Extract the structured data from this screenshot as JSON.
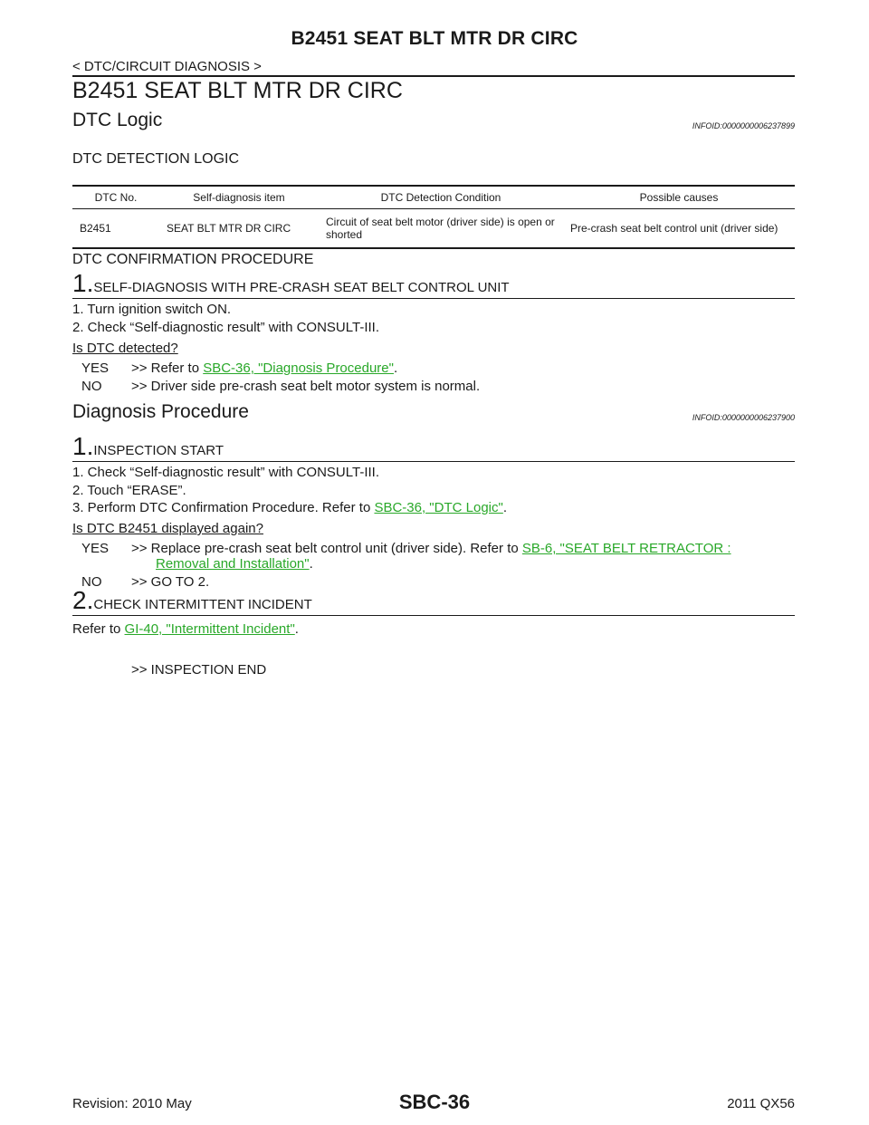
{
  "header": {
    "title": "B2451 SEAT BLT MTR DR CIRC",
    "breadcrumb": "< DTC/CIRCUIT DIAGNOSIS >"
  },
  "section_title": "B2451 SEAT BLT MTR DR CIRC",
  "dtc_logic": {
    "heading": "DTC Logic",
    "infoid": "INFOID:0000000006237899",
    "detection_heading": "DTC DETECTION LOGIC",
    "table": {
      "headers": [
        "DTC No.",
        "Self-diagnosis item",
        "DTC Detection Condition",
        "Possible causes"
      ],
      "rows": [
        [
          "B2451",
          "SEAT BLT MTR DR CIRC",
          "Circuit of seat belt motor (driver side) is open or shorted",
          "Pre-crash seat belt control unit (driver side)"
        ]
      ]
    },
    "confirmation_heading": "DTC CONFIRMATION PROCEDURE",
    "step1": {
      "num": "1.",
      "title": "SELF-DIAGNOSIS WITH PRE-CRASH SEAT BELT CONTROL UNIT",
      "items": [
        "1.   Turn ignition switch ON.",
        "2.   Check “Self-diagnostic result” with CONSULT-III."
      ],
      "question": "Is DTC detected?",
      "yes_label": "YES",
      "yes_prefix": ">> Refer to ",
      "yes_link": "SBC-36, \"Diagnosis Procedure\"",
      "yes_suffix": ".",
      "no_label": "NO",
      "no_text": ">> Driver side pre-crash seat belt motor system is normal."
    }
  },
  "diagnosis": {
    "heading": "Diagnosis Procedure",
    "infoid": "INFOID:0000000006237900",
    "step1": {
      "num": "1.",
      "title": "INSPECTION START",
      "item1": "1.   Check “Self-diagnostic result” with CONSULT-III.",
      "item2": "2.   Touch “ERASE”.",
      "item3_prefix": "3.   Perform DTC Confirmation Procedure. Refer to ",
      "item3_link": "SBC-36, \"DTC Logic\"",
      "item3_suffix": ".",
      "question": "Is DTC B2451 displayed again?",
      "yes_label": "YES",
      "yes_prefix": ">> Replace pre-crash seat belt control unit (driver side). Refer to ",
      "yes_link1": "SB-6, \"SEAT BELT RETRACTOR :",
      "yes_link2": "Removal and Installation\"",
      "yes_suffix": ".",
      "no_label": "NO",
      "no_text": ">> GO TO 2."
    },
    "step2": {
      "num": "2.",
      "title": "CHECK INTERMITTENT INCIDENT",
      "refer_prefix": "Refer to ",
      "refer_link": "GI-40, \"Intermittent Incident\"",
      "refer_suffix": ".",
      "end_text": ">> INSPECTION END"
    }
  },
  "footer": {
    "revision": "Revision: 2010 May",
    "page": "SBC-36",
    "model": "2011 QX56"
  },
  "colors": {
    "link": "#29a829",
    "text": "#1a1a1a"
  }
}
